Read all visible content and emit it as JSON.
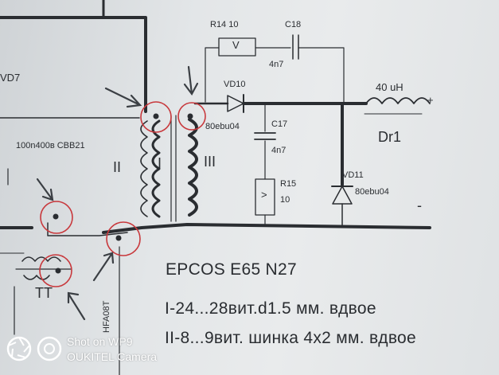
{
  "schematic": {
    "labels": {
      "vd7": "VD7",
      "r14": "R14 10",
      "r14_symbol": "V",
      "c18": "C18",
      "c18_val": "4n7",
      "vd10": "VD10",
      "vd10_part": "80ebu04",
      "c17": "C17",
      "c17_val": "4n7",
      "r15": "R15",
      "r15_val": "10",
      "r15_symbol": ">",
      "vd11": "VD11",
      "vd11_part": "80ebu04",
      "inductor_val": "40 uH",
      "inductor_name": "Dr1",
      "plus": "+",
      "minus": "-",
      "cap_left": "100n400в CBB21",
      "winding_1": "I",
      "winding_2": "II",
      "winding_3": "III",
      "tt": "TT",
      "hfa": "HFA08T"
    },
    "notes": {
      "core": "EPCOS E65 N27",
      "line1": "I-24...28вит.d1.5 мм. вдвое",
      "line2": "II-8...9вит. шинка 4x2 мм. вдвое"
    }
  },
  "watermark": {
    "line1": "Shot on WP9",
    "line2": "OUKITEL Camera"
  },
  "colors": {
    "ink": "#2a2d31",
    "circle": "#c8383c",
    "paper": "#e6e9eb"
  }
}
